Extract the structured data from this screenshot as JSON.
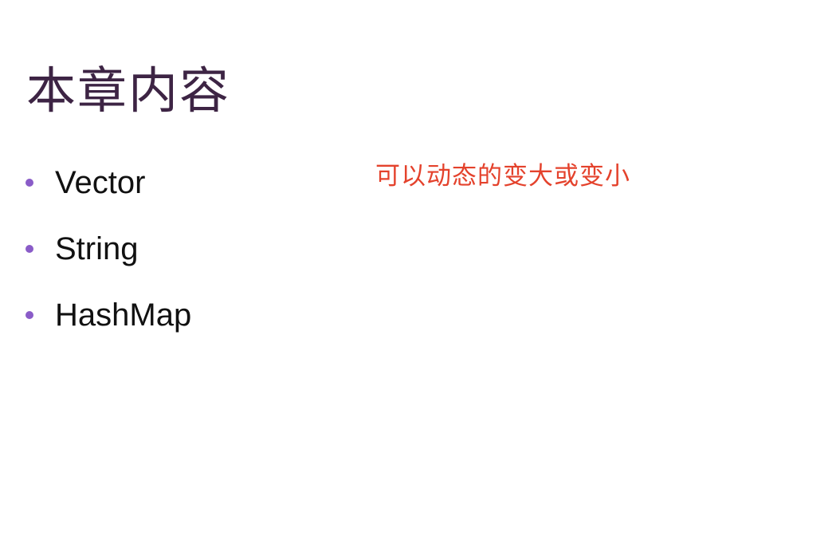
{
  "slide": {
    "title": "本章内容",
    "bullets": [
      {
        "label": "Vector"
      },
      {
        "label": "String"
      },
      {
        "label": "HashMap"
      }
    ],
    "annotation": "可以动态的变大或变小"
  },
  "colors": {
    "title": "#3d2444",
    "bullet_dot": "#8a5cc8",
    "annotation": "#e4422c"
  }
}
